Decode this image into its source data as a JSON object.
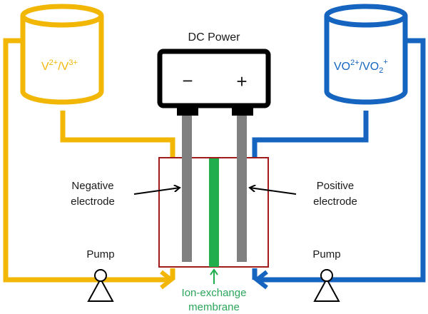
{
  "title": "Vanadium redox flow battery",
  "colors": {
    "negative": "#F2B705",
    "positive": "#1565C0",
    "cell": "#A11B1B",
    "electrode": "#808080",
    "membrane": "#1FAE4B",
    "membrane_text": "#2BA65A",
    "black": "#000000"
  },
  "tanks": {
    "negative": {
      "label_main": "V",
      "sup1": "2+",
      "mid": "/V",
      "sup2": "3+"
    },
    "positive": {
      "label_main": "VO",
      "sup1": "2+",
      "mid": "/VO",
      "sub": "2",
      "sup2": "+"
    }
  },
  "power": {
    "title": "DC Power",
    "minus": "−",
    "plus": "+"
  },
  "labels": {
    "neg_electrode_1": "Negative",
    "neg_electrode_2": "electrode",
    "pos_electrode_1": "Positive",
    "pos_electrode_2": "electrode",
    "pump_left": "Pump",
    "pump_right": "Pump",
    "membrane_1": "Ion-exchange",
    "membrane_2": "membrane"
  }
}
